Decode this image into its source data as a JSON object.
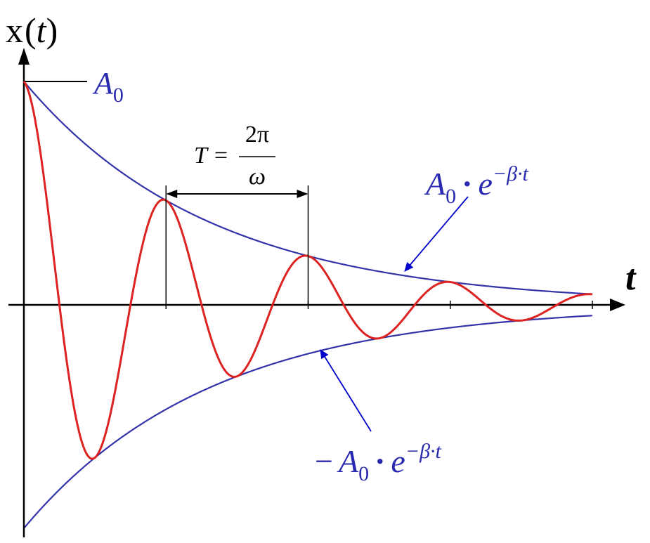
{
  "axes": {
    "y_label_main": "x",
    "y_label_open": "(",
    "y_label_var": "t",
    "y_label_close": ")",
    "x_label": "t"
  },
  "labels": {
    "a0_base": "A",
    "a0_sub": "0",
    "period_lhs": "T =",
    "period_num": "2π",
    "period_den": "ω",
    "upper_env_base": "A",
    "upper_env_sub": "0",
    "upper_env_dot": "·",
    "upper_env_e": "e",
    "upper_env_exp": "−β·t",
    "lower_env_minus": "−",
    "lower_env_base": "A",
    "lower_env_sub": "0",
    "lower_env_dot": "·",
    "lower_env_e": "e",
    "lower_env_exp": "−β·t"
  },
  "colors": {
    "axis": "#000000",
    "signal": "#dd2222",
    "envelope": "#3333aa",
    "label": "#2a2ab0",
    "arrow": "#0000cc"
  },
  "model": {
    "amplitude": 1,
    "beta": 0.38,
    "period": 2,
    "t_max": 8,
    "cycles_marked": 4
  }
}
